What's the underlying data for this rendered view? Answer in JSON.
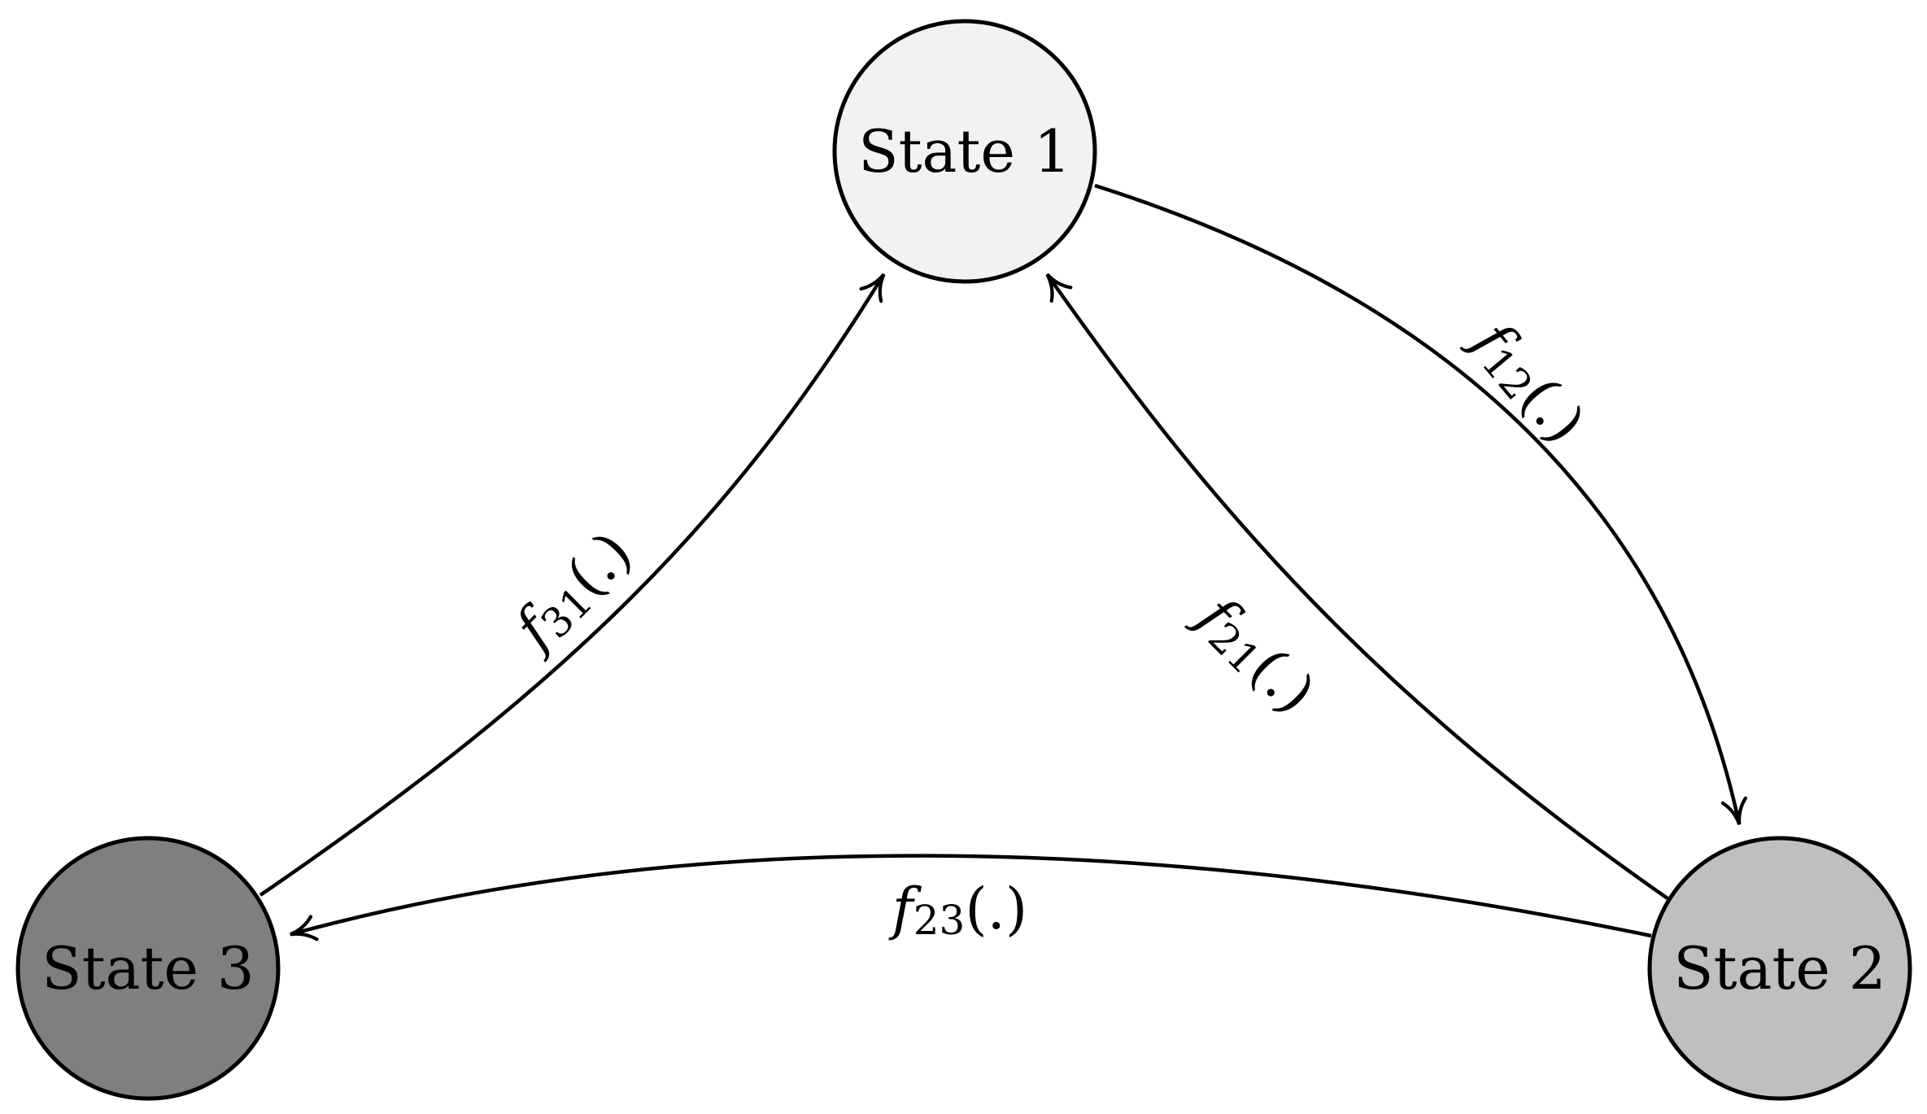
{
  "diagram": {
    "nodes": {
      "state1": {
        "label": "State 1",
        "fill": "#f2f2f2"
      },
      "state2": {
        "label": "State 2",
        "fill": "#bfbfbf"
      },
      "state3": {
        "label": "State 3",
        "fill": "#7f7f7f"
      }
    },
    "edges": {
      "f12": {
        "fn": "f",
        "sub": "12",
        "arg": "(.)"
      },
      "f21": {
        "fn": "f",
        "sub": "21",
        "arg": "(.)"
      },
      "f23": {
        "fn": "f",
        "sub": "23",
        "arg": "(.)"
      },
      "f31": {
        "fn": "f",
        "sub": "31",
        "arg": "(.)"
      }
    }
  }
}
